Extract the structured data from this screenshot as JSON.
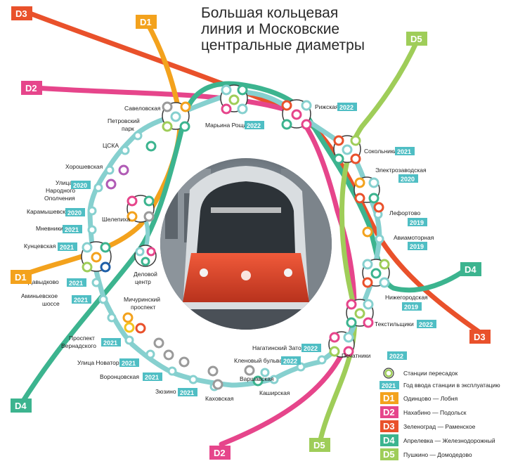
{
  "title": [
    "Большая кольцевая",
    "линия и Московские",
    "центральные диаметры"
  ],
  "colors": {
    "bkl": "#86d0cf",
    "d1": "#f3a21d",
    "d2": "#e6458b",
    "d3": "#e9512b",
    "d4": "#3cb48f",
    "d5": "#9fcd59",
    "year_badge": "#4fbec4"
  },
  "diameters": {
    "d1": "D1",
    "d2": "D2",
    "d3": "D3",
    "d4": "D4",
    "d5": "D5"
  },
  "stations": [
    {
      "name": "Савеловская",
      "year": ""
    },
    {
      "name": "Петровский парк",
      "year": ""
    },
    {
      "name": "ЦСКА",
      "year": ""
    },
    {
      "name": "Хорошевская",
      "year": ""
    },
    {
      "name": "Улица Народного Ополчения",
      "year": "2020"
    },
    {
      "name": "Карамышевская",
      "year": "2020"
    },
    {
      "name": "Мневники",
      "year": "2021"
    },
    {
      "name": "Кунцевская",
      "year": "2021"
    },
    {
      "name": "Давыдково",
      "year": "2021"
    },
    {
      "name": "Аминьевское шоссе",
      "year": "2021"
    },
    {
      "name": "Мичуринский проспект",
      "year": ""
    },
    {
      "name": "Проспект Вернадского",
      "year": "2021"
    },
    {
      "name": "Улица Новаторов",
      "year": "2021"
    },
    {
      "name": "Воронцовская",
      "year": "2021"
    },
    {
      "name": "Зюзино",
      "year": "2021"
    },
    {
      "name": "Каховская",
      "year": ""
    },
    {
      "name": "Варшавская",
      "year": ""
    },
    {
      "name": "Каширская",
      "year": ""
    },
    {
      "name": "Кленовый бульвар",
      "year": "2022"
    },
    {
      "name": "Нагатинский Затон",
      "year": "2022"
    },
    {
      "name": "Печатники",
      "year": "2022"
    },
    {
      "name": "Текстильщики",
      "year": "2022"
    },
    {
      "name": "Нижегородская",
      "year": "2019"
    },
    {
      "name": "Авиамоторная",
      "year": "2019"
    },
    {
      "name": "Лефортово",
      "year": "2019"
    },
    {
      "name": "Электрозаводская",
      "year": "2020"
    },
    {
      "name": "Сокольники",
      "year": "2021"
    },
    {
      "name": "Рижская",
      "year": "2022"
    },
    {
      "name": "Марьина Роща",
      "year": "2022"
    },
    {
      "name": "Шелепиха",
      "year": ""
    },
    {
      "name": "Деловой центр",
      "year": ""
    }
  ],
  "legend": {
    "interchange": "Станции пересадок",
    "year_sample": "2021",
    "year_desc": "Год ввода станции в эксплуатацию",
    "items": [
      {
        "badge": "D1",
        "desc": "Одинцово — Лобня"
      },
      {
        "badge": "D2",
        "desc": "Нахабино — Подольск"
      },
      {
        "badge": "D3",
        "desc": "Зеленоград — Раменское"
      },
      {
        "badge": "D4",
        "desc": "Апрелевка — Железнодорожный"
      },
      {
        "badge": "D5",
        "desc": "Пушкино — Домодедово"
      }
    ]
  }
}
